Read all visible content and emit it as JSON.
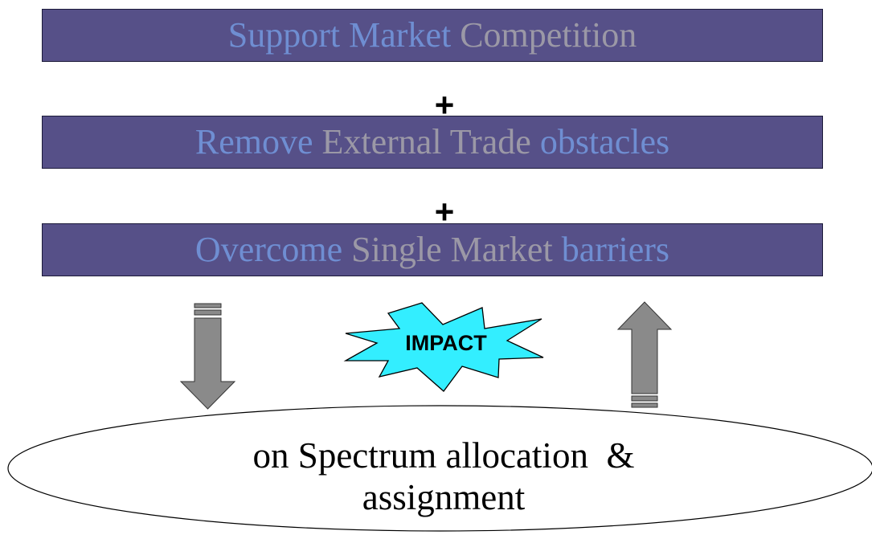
{
  "bars": [
    {
      "words": [
        {
          "text": "Support Market",
          "tone": "blue"
        },
        {
          "text": " Competition",
          "tone": "gray"
        }
      ]
    },
    {
      "words": [
        {
          "text": "Remove",
          "tone": "blue"
        },
        {
          "text": " External Trade",
          "tone": "gray"
        },
        {
          "text": " obstacles",
          "tone": "blue"
        }
      ]
    },
    {
      "words": [
        {
          "text": "Overcome",
          "tone": "blue"
        },
        {
          "text": " Single Market",
          "tone": "gray"
        },
        {
          "text": " barriers",
          "tone": "blue"
        }
      ]
    }
  ],
  "operators": {
    "plus_1": "+",
    "plus_2": "+"
  },
  "impact": {
    "label": "IMPACT"
  },
  "target": {
    "line1": "on Spectrum allocation  &",
    "line2": "assignment"
  },
  "colors": {
    "bar_fill": "#565088",
    "text_blue": "#6f8ed2",
    "text_gray": "#9b98a6",
    "burst_fill": "#33eeff",
    "arrow_fill": "#8a8a8a"
  },
  "icons": {
    "down_arrow": "arrow-down-icon",
    "up_arrow": "arrow-up-icon",
    "burst": "starburst-icon"
  }
}
